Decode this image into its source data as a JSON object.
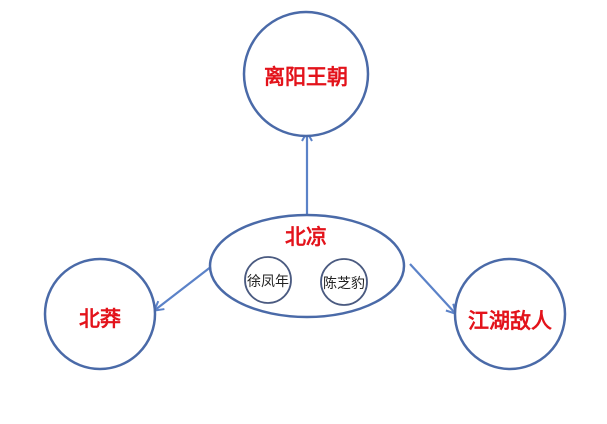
{
  "diagram": {
    "colors": {
      "stroke": "#4a6aa8",
      "arrow": "#5b82c8",
      "label_red": "#e3131b",
      "label_dark": "#222222",
      "background": "#ffffff"
    },
    "center_node": {
      "label": "北凉",
      "shape": "ellipse",
      "members": [
        {
          "label": "徐凤年"
        },
        {
          "label": "陈芝豹"
        }
      ]
    },
    "nodes": [
      {
        "id": "top",
        "label": "离阳王朝",
        "shape": "circle"
      },
      {
        "id": "left",
        "label": "北莽",
        "shape": "circle"
      },
      {
        "id": "right",
        "label": "江湖敌人",
        "shape": "circle"
      }
    ],
    "edges": [
      {
        "from": "北凉",
        "to": "离阳王朝",
        "arrow": "end"
      },
      {
        "from": "北凉",
        "to": "北莽",
        "arrow": "end"
      },
      {
        "from": "北凉",
        "to": "江湖敌人",
        "arrow": "end"
      }
    ]
  }
}
